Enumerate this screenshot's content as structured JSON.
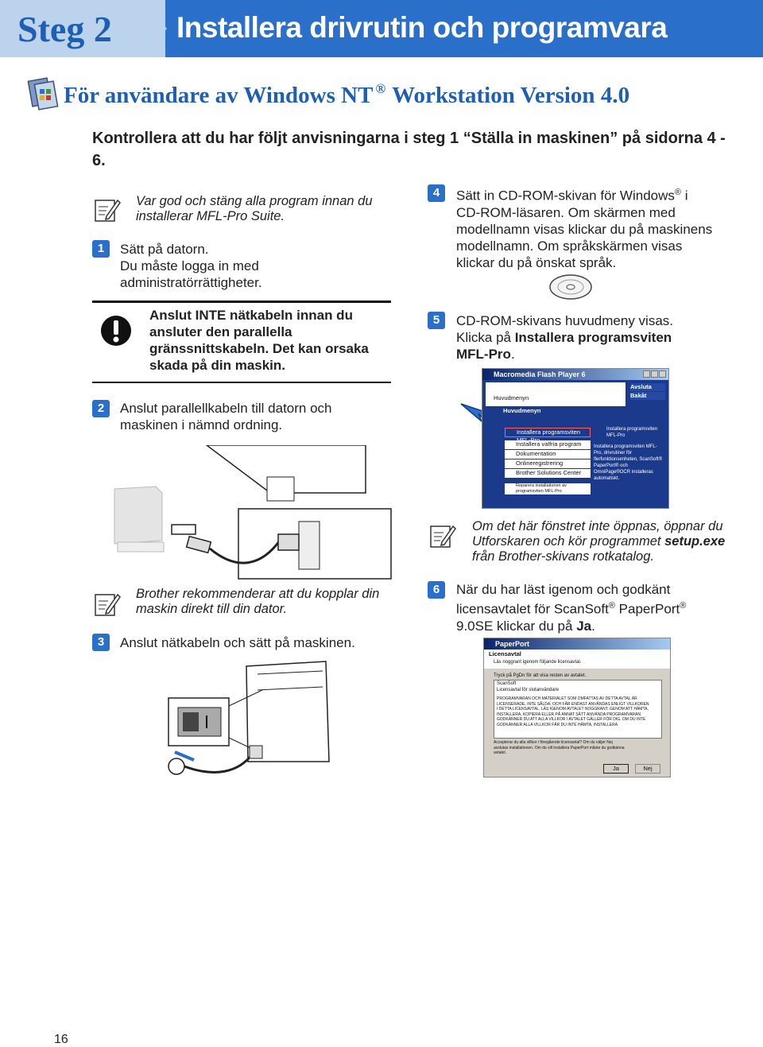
{
  "header": {
    "step": "Steg 2",
    "title": "Installera drivrutin och programvara"
  },
  "subheading": {
    "text_before": "För användare av Windows NT",
    "registered": "®",
    "text_after": "Workstation Version 4.0"
  },
  "intro": "Kontrollera att du har följt anvisningarna i steg 1 “Ställa in maskinen” på sidorna 4 - 6.",
  "left_column": {
    "note1": [
      "Var god och stäng alla program innan du",
      "installerar MFL-Pro Suite."
    ],
    "step1": {
      "number": "1",
      "lines": [
        "Sätt på datorn.",
        "Du måste logga in med",
        "administratörrättigheter."
      ]
    },
    "caution": [
      "Anslut INTE nätkabeln innan du",
      "ansluter den parallella",
      "gränssnittskabeln. Det kan orsaka",
      "skada på din maskin."
    ],
    "step2": {
      "number": "2",
      "lines": [
        "Anslut parallellkabeln till datorn och",
        "maskinen i nämnd ordning."
      ]
    },
    "note2": [
      "Brother rekommenderar att du kopplar din",
      "maskin direkt till din dator."
    ],
    "step3": {
      "number": "3",
      "line": "Anslut nätkabeln och sätt på maskinen."
    }
  },
  "right_column": {
    "step4": {
      "number": "4",
      "line1_prefix": "Sätt in CD-ROM-skivan för Windows",
      "line1_reg": "®",
      "line1_suffix": " i",
      "lines": [
        "CD-ROM-läsaren. Om skärmen med",
        "modellnamn visas klickar du på maskinens",
        "modellnamn. Om språkskärmen visas",
        "klickar du på önskat språk."
      ]
    },
    "step5": {
      "number": "5",
      "line1": "CD-ROM-skivans huvudmeny visas.",
      "line2_prefix": "Klicka på ",
      "line2_bold": "Installera programsviten",
      "line3_bold": "MFL-Pro",
      "line3_suffix": "."
    },
    "note3": {
      "line1": "Om det här fönstret inte öppnas, öppnar du",
      "line2_prefix": "Utforskaren och kör programmet ",
      "line2_bold": "setup.exe",
      "line3": "från Brother-skivans rotkatalog."
    },
    "step6": {
      "number": "6",
      "line1": "När du har läst igenom och godkänt",
      "line2_prefix": "licensavtalet för ScanSoft",
      "reg": "®",
      "line2_mid": " PaperPort",
      "line3_prefix": "9.0SE klickar du på ",
      "line3_bold": "Ja",
      "line3_suffix": "."
    }
  },
  "menu_window": {
    "title": "Macromedia Flash Player 6",
    "buttons": [
      "Avsluta",
      "Bakåt"
    ],
    "breadcrumb": "Huvudmenyn",
    "heading": "Huvudmenyn",
    "items": [
      "Installera programsviten MFL-Pro",
      "Installera valfria program",
      "Dokumentation",
      "Onlineregistrering",
      "Brother Solutions Center",
      "Reparera installationen av programsviten MFL-Pro"
    ],
    "side_title": "Installera programsviten MFL-Pro",
    "side_text": [
      "Installera programsviten MFL-",
      "Pro, drivrutiner för",
      "flerfunktionsenheten, ScanSoft®",
      "PaperPort® och",
      "OmniPage®OCR installeras",
      "automatiskt."
    ]
  },
  "license_window": {
    "title": "PaperPort",
    "heading": "Licensavtal",
    "intro": "Läs noggrant igenom följande licensavtal.",
    "hint": "Tryck på PgDn för att visa resten av avtalet.",
    "company": "ScanSoft",
    "subtitle": "Licensavtal för slutanvändare",
    "body": [
      "PROGRAMVARAN OCH MATERIALET SOM OMFATTAS AV DETTA AVTAL ÄR",
      "LICENSERADE, INTE SÅLDA, OCH FÅR ENDAST ANVÄNDAS ENLIGT VILLKOREN",
      "I DETTA LICENSAVTAL. LÄS IGENOM AVTALET NOGGRANT. GENOM ATT HÄMTA,",
      "INSTALLERA, KOPIERA ELLER PÅ ANNAT SÄTT ANVÄNDA PROGRAMVARAN",
      "GODKÄNNER DU ATT ALLA VILLKOR I AVTALET GÄLLER FÖR DIG. OM DU INTE",
      "GODKÄNNER ALLA VILLKOR FÅR DU INTE HÄMTA, INSTALLERA"
    ],
    "question": [
      "Accepterar du alla villkor i föregående licensavtal? Om du väljer Nej",
      "avslutas installationen. Om du vill installera PaperPort måste du godkänna",
      "avtalet."
    ],
    "yes": "Ja",
    "no": "Nej"
  },
  "page_number": "16",
  "colors": {
    "accent": "#2a6fc9",
    "banner_light": "#bcd3ee",
    "title_blue": "#1e5fb4"
  }
}
